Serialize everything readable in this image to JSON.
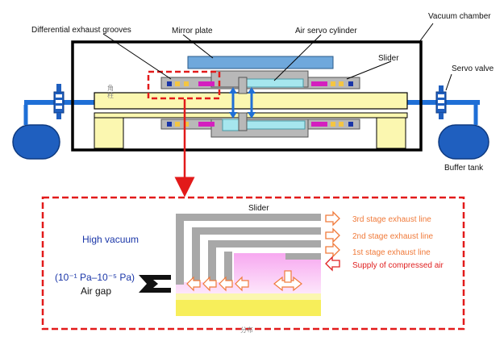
{
  "labels": {
    "vacuum_chamber": "Vacuum chamber",
    "diff_exhaust": "Differential exhaust grooves",
    "mirror_plate": "Mirror plate",
    "air_servo": "Air servo cylinder",
    "slider_top": "Slider",
    "servo_valve": "Servo valve",
    "buffer_tank": "Buffer tank",
    "slider_detail": "Slider",
    "high_vacuum": "High vacuum",
    "pressure_range": "(10⁻¹ Pa–10⁻⁵ Pa)",
    "air_gap": "Air gap",
    "exhaust_3": "3rd stage exhaust line",
    "exhaust_2": "2nd stage exhaust line",
    "exhaust_1": "1st stage exhaust line",
    "supply": "Supply of compressed air",
    "cjk_left": "角\n柱",
    "cjk_bottom": "分布"
  },
  "colors": {
    "pipe": "#1f6fd6",
    "tank": "#1f5fbf",
    "mirror": "#6fa8dc",
    "cylinder": "#a6e6ee",
    "rail": "#fbf7b0",
    "slider": "#b8b8b8",
    "dash": "#e21a1a",
    "exhaust": "#f07a3a",
    "pink": "#f7a8f0"
  }
}
